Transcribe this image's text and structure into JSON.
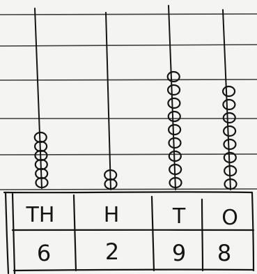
{
  "abacus": {
    "headers": [
      "TH",
      "H",
      "T",
      "O"
    ],
    "digits": [
      "6",
      "2",
      "9",
      "8"
    ],
    "bead_counts": [
      6,
      2,
      9,
      8
    ]
  },
  "colors": {
    "paper": "#f4f4f2",
    "ruled_line": "#3a3a3a",
    "ink": "#141414"
  }
}
